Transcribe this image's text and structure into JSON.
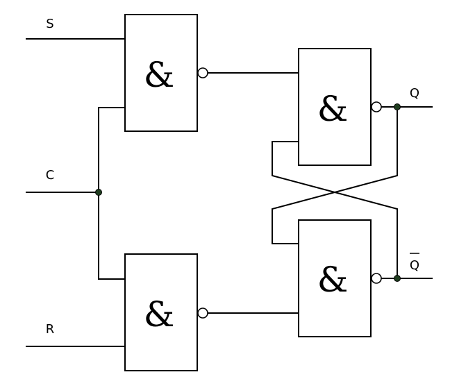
{
  "labels": {
    "s": "S",
    "c": "C",
    "r": "R",
    "q": "Q",
    "q_bar": "Q"
  },
  "gate_symbol": "&",
  "gates": [
    {
      "name": "gate-nand-s",
      "symbol": "&"
    },
    {
      "name": "gate-nand-r",
      "symbol": "&"
    },
    {
      "name": "gate-nand-q",
      "symbol": "&"
    },
    {
      "name": "gate-nand-qbar",
      "symbol": "&"
    }
  ]
}
